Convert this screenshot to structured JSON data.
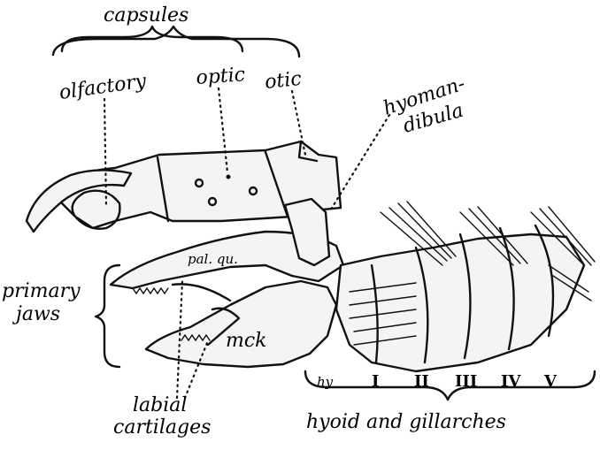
{
  "title": "capsules",
  "labels": {
    "olfactory": "olfactory",
    "optic": "optic",
    "otic": "otic",
    "hyomandibula_1": "hyoman-",
    "hyomandibula_2": "dibula",
    "primary_jaws_1": "primary",
    "primary_jaws_2": "jaws",
    "pal_qu": "pal. qu.",
    "mck": "mck",
    "labial_1": "labial",
    "labial_2": "cartilages",
    "hyoid_gill": "hyoid and gillarches",
    "hy": "hy",
    "arch_I": "I",
    "arch_II": "II",
    "arch_III": "III",
    "arch_IV": "IV",
    "arch_V": "V"
  }
}
